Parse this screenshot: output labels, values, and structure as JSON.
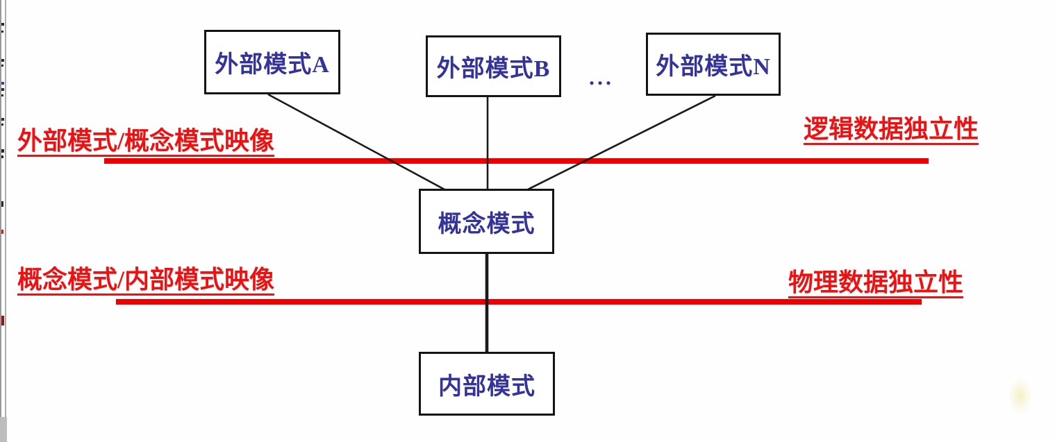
{
  "diagram": {
    "title_implicit": "三级模式结构示意图",
    "boxes": [
      {
        "id": "external-schema-a",
        "label": "外部模式A"
      },
      {
        "id": "external-schema-b",
        "label": "外部模式B"
      },
      {
        "id": "external-schema-n",
        "label": "外部模式N"
      },
      {
        "id": "conceptual-schema",
        "label": "概念模式"
      },
      {
        "id": "internal-schema",
        "label": "内部模式"
      }
    ],
    "ellipsis": "...",
    "annotations": [
      {
        "id": "external-conceptual-mapping",
        "label": "外部模式/概念模式映像"
      },
      {
        "id": "logical-data-independence",
        "label": "逻辑数据独立性"
      },
      {
        "id": "conceptual-internal-mapping",
        "label": "概念模式/内部模式映像"
      },
      {
        "id": "physical-data-independence",
        "label": "物理数据独立性"
      }
    ],
    "colors": {
      "box_text": "#333399",
      "annotation_text": "#ee1111",
      "divider_line": "#ee0000",
      "connector": "#1a1a1a"
    }
  }
}
